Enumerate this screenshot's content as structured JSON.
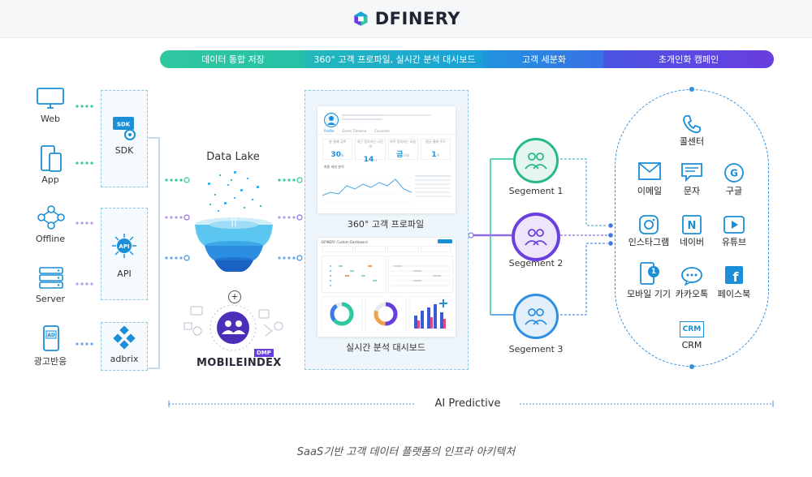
{
  "header": {
    "brand": "DFINERY"
  },
  "stages": [
    {
      "label": "데이터 통합 저장",
      "color": "#2fc8a0"
    },
    {
      "label": "360° 고객 프로파일, 실시간 분석 대시보드",
      "color": "#1aa9d6"
    },
    {
      "label": "고객 세분화",
      "color": "#3b7ae8"
    },
    {
      "label": "초개인화 캠페인",
      "color": "#6a3ddf"
    }
  ],
  "sources": [
    {
      "label": "Web",
      "icon": "monitor-icon"
    },
    {
      "label": "App",
      "icon": "mobile-icon"
    },
    {
      "label": "Offline",
      "icon": "network-icon"
    },
    {
      "label": "Server",
      "icon": "server-icon"
    },
    {
      "label": "광고반응",
      "icon": "ad-phone-icon"
    }
  ],
  "collectors": [
    {
      "label": "SDK",
      "badge": "SDK"
    },
    {
      "label": "API",
      "badge": "API"
    },
    {
      "label": "adbrix"
    }
  ],
  "lake": {
    "title": "Data Lake",
    "mobileindex": "MOBILEINDEX",
    "dmp": "DMP",
    "plus": "+"
  },
  "dashboard": {
    "profile_caption": "360° 고객 프로파일",
    "realtime_caption": "실시간 분석 대시보드",
    "profile_tabs": [
      "Profile",
      "Event Timeline",
      "Consents"
    ],
    "profile_stats": [
      {
        "label": "총 결제 금액",
        "value": "30",
        "unit": "회"
      },
      {
        "label": "최근 접속하는 시간대",
        "value": "14",
        "unit": "시"
      },
      {
        "label": "자주 접속하는 요일",
        "value": "금",
        "unit": "요일"
      },
      {
        "label": "평균 결제 주기",
        "value": "1",
        "unit": "주"
      }
    ],
    "profile_chart_title": "최종 세션 분석",
    "realtime_title": "DFINERY Custom Dashboard"
  },
  "segments": [
    {
      "label": "Segement 1",
      "color": "#27b88a"
    },
    {
      "label": "Segement 2",
      "color": "#6b3fe0"
    },
    {
      "label": "Segement 3",
      "color": "#2f8fe0"
    }
  ],
  "channels": [
    {
      "label": "콜센터",
      "icon": "phone-icon"
    },
    {
      "label": "이메일",
      "icon": "email-icon"
    },
    {
      "label": "문자",
      "icon": "sms-icon"
    },
    {
      "label": "구글",
      "icon": "google-icon"
    },
    {
      "label": "인스타그램",
      "icon": "instagram-icon"
    },
    {
      "label": "네이버",
      "icon": "naver-icon"
    },
    {
      "label": "유튜브",
      "icon": "youtube-icon"
    },
    {
      "label": "모바일 기기",
      "icon": "mobile-push-icon",
      "badge": "1"
    },
    {
      "label": "카카오톡",
      "icon": "kakaotalk-icon"
    },
    {
      "label": "페이스북",
      "icon": "facebook-icon"
    },
    {
      "label": "CRM",
      "icon": "crm-icon",
      "badge": "CRM"
    }
  ],
  "ai_predictive": "AI Predictive",
  "caption": "SaaS기반 고객 데이터 플랫폼의 인프라 아키텍처",
  "colors": {
    "teal": "#2fc8a0",
    "blue": "#1aa9d6",
    "indigo": "#3b7ae8",
    "purple": "#6a3ddf",
    "icon_blue": "#1a8ed6"
  }
}
